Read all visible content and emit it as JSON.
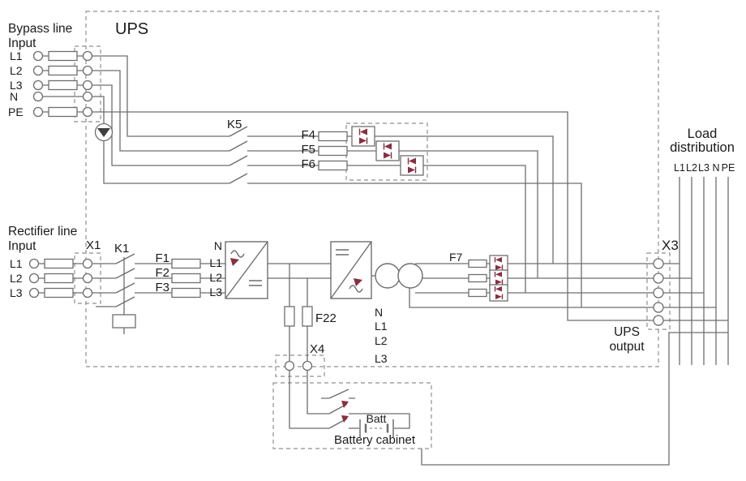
{
  "colors": {
    "wire": "#6e6e6e",
    "text": "#1a1a1a",
    "accent": "#8b2e3f",
    "dashed_border": "#8f8f8f"
  },
  "ups_label": "UPS",
  "bypass_input": {
    "title_line1": "Bypass line",
    "title_line2": "Input",
    "lines": [
      "L1",
      "L2",
      "L3",
      "N",
      "PE"
    ]
  },
  "rectifier_input": {
    "title_line1": "Rectifier line",
    "title_line2": "Input",
    "lines": [
      "L1",
      "L2",
      "L3"
    ]
  },
  "switches": {
    "k5": "K5",
    "k1": "K1"
  },
  "fuses": {
    "f1": "F1",
    "f2": "F2",
    "f3": "F3",
    "f4": "F4",
    "f5": "F5",
    "f6": "F6",
    "f7": "F7",
    "f22": "F22"
  },
  "terminal_blocks": {
    "x1": "X1",
    "x3": "X3",
    "x4": "X4"
  },
  "rectifier_terminals": [
    "N",
    "L1",
    "L2",
    "L3"
  ],
  "inverter_output_terminals": [
    "N",
    "L1",
    "L2",
    "L3"
  ],
  "ups_output": {
    "line1": "UPS",
    "line2": "output"
  },
  "load_distribution": {
    "title_line1": "Load",
    "title_line2": "distribution",
    "terminals": [
      "L1",
      "L2",
      "L3",
      "N",
      "PE"
    ]
  },
  "battery": {
    "label": "Batt",
    "cabinet_label": "Battery cabinet"
  }
}
